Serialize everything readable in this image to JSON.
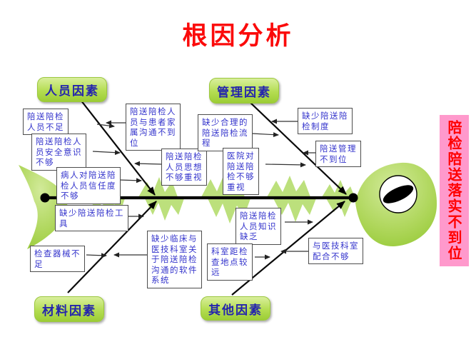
{
  "title": {
    "text": "根因分析",
    "color": "#fb0a0a"
  },
  "conclusion_banner": {
    "text": "陪检陪送落实不到位",
    "bg_color": "#ff99cc",
    "text_color": "#ff0000"
  },
  "categories": {
    "personnel": {
      "label": "人员因素"
    },
    "management": {
      "label": "管理因素"
    },
    "material": {
      "label": "材料因素"
    },
    "other": {
      "label": "其他因素"
    }
  },
  "causes": {
    "staff_shortage": {
      "category": "人员因素",
      "text": "陪送陪检\n人员不足"
    },
    "safety_awareness": {
      "category": "人员因素",
      "text": "陪送陪检人\n员安全意识\n不够"
    },
    "patient_trust": {
      "category": "人员因素",
      "text": "病人对陪送陪\n检人员信任度\n不够"
    },
    "family_communication": {
      "category": "人员因素",
      "text": "陪送陪检人\n员与患者家\n属沟通不到\n位"
    },
    "staff_attitude": {
      "category": "人员因素",
      "text": "陪送陪检\n人员思想\n不够重视"
    },
    "lack_process": {
      "category": "管理因素",
      "text": "缺少合理的\n陪送陪检流\n程"
    },
    "hospital_attention": {
      "category": "管理因素",
      "text": "医院对\n陪送陪\n检不够\n重视"
    },
    "lack_system": {
      "category": "管理因素",
      "text": "缺少陪送陪\n检制度"
    },
    "escort_management": {
      "category": "管理因素",
      "text": "陪送管理\n不到位"
    },
    "lack_tools": {
      "category": "材料因素",
      "text": "缺少陪送陪检工\n具"
    },
    "equipment_shortage": {
      "category": "材料因素",
      "text": "检查器械不\n足"
    },
    "lack_software": {
      "category": "材料因素",
      "text": "缺少临床与\n医技科室关\n于陪送陪检\n沟通的软件\n系统"
    },
    "staff_knowledge": {
      "category": "其他因素",
      "text": "陪送陪检\n人员知识\n缺乏"
    },
    "dept_distance": {
      "category": "其他因素",
      "text": "科室距检\n查地点较\n远"
    },
    "dept_cooperation": {
      "category": "其他因素",
      "text": "与医技科室\n配合不够"
    }
  },
  "colors": {
    "title_red": "#fb0a0a",
    "cause_text_blue": "#3434cc",
    "category_text_blue": "#2424ad",
    "category_green": "#9ccd35",
    "fish_green": "#a9d34f",
    "banner_pink": "#ff99cc",
    "spine_black": "#000000"
  }
}
